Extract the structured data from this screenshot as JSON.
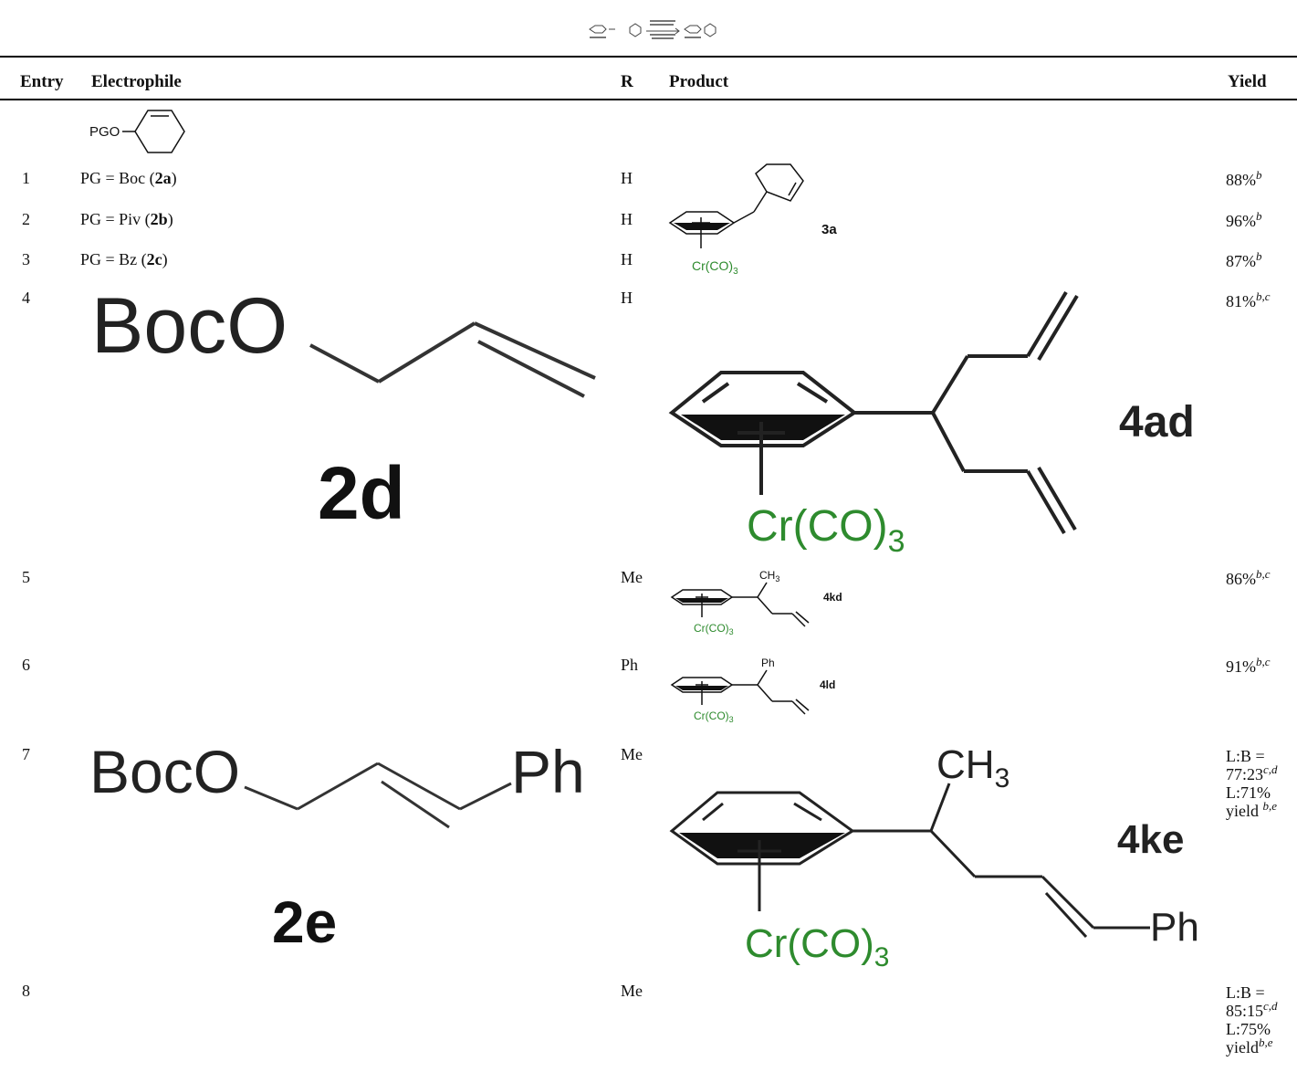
{
  "header": {
    "entry": "Entry",
    "electrophile": "Electrophile",
    "r": "R",
    "product": "Product",
    "yield": "Yield"
  },
  "generic_electrophile": {
    "label": "PGO"
  },
  "rows": [
    {
      "entry": "1",
      "pg_prefix": "PG = Boc (",
      "pg_code": "2a",
      "pg_suffix": ")",
      "r": "H",
      "yield": "88%",
      "sup": "b"
    },
    {
      "entry": "2",
      "pg_prefix": "PG = Piv (",
      "pg_code": "2b",
      "pg_suffix": ")",
      "r": "H",
      "yield": "96%",
      "sup": "b"
    },
    {
      "entry": "3",
      "pg_prefix": "PG = Bz (",
      "pg_code": "2c",
      "pg_suffix": ")",
      "r": "H",
      "yield": "87%",
      "sup": "b"
    },
    {
      "entry": "4",
      "r": "H",
      "yield": "81%",
      "sup": "b,c"
    },
    {
      "entry": "5",
      "r": "Me",
      "yield": "86%",
      "sup": "b,c"
    },
    {
      "entry": "6",
      "r": "Ph",
      "yield": "91%",
      "sup": "b,c"
    },
    {
      "entry": "7",
      "r": "Me",
      "yield_l1": "L:B =",
      "yield_l2": "77:23",
      "yield_l2_sup": "c,d",
      "yield_l3": "L:71%",
      "yield_l4": "yield ",
      "yield_l4_sup": "b,e"
    },
    {
      "entry": "8",
      "r": "Me",
      "yield_l1": "L:B =",
      "yield_l2": "85:15",
      "yield_l2_sup": "c,d",
      "yield_l3": "L:75%",
      "yield_l4": "yield",
      "yield_l4_sup": "b,e"
    }
  ],
  "structures": {
    "p3a": {
      "metal": "Cr(CO)",
      "sub": "3",
      "code": "3a"
    },
    "e2d": {
      "group": "BocO",
      "code": "2d"
    },
    "p4ad": {
      "metal": "Cr(CO)",
      "sub": "3",
      "code": "4ad"
    },
    "p4kd": {
      "metal": "Cr(CO)",
      "sub": "3",
      "code": "4kd",
      "substituent": "CH",
      "substituent_sub": "3"
    },
    "p4ld": {
      "metal": "Cr(CO)",
      "sub": "3",
      "code": "4ld",
      "substituent": "Ph"
    },
    "e2e": {
      "group": "BocO",
      "terminal": "Ph",
      "code": "2e"
    },
    "p4ke": {
      "metal": "Cr(CO)",
      "sub": "3",
      "code": "4ke",
      "substituent": "CH",
      "substituent_sub": "3",
      "terminal": "Ph"
    }
  },
  "colors": {
    "metal": "#2e8b2e",
    "ink": "#111111"
  }
}
